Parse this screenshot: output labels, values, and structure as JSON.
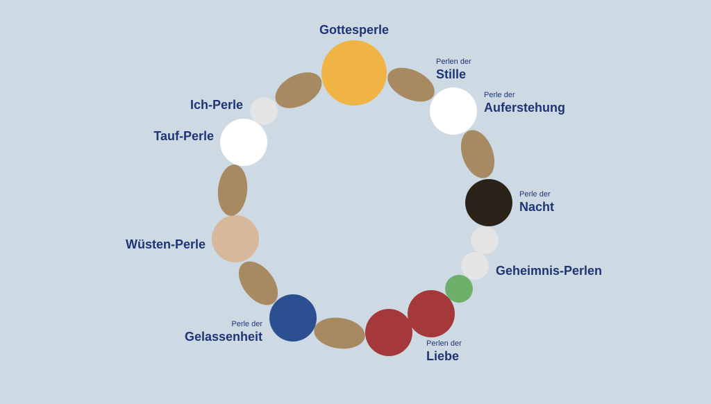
{
  "colors": {
    "background": "#cddae4",
    "label_text": "#1f3474",
    "gottesperle": "#efb443",
    "stille_bead": "#a88a62",
    "white_bead": "#ffffff",
    "grey_bead": "#e4e4e4",
    "nacht_bead": "#2b221a",
    "geheimnis_green": "#6db06a",
    "liebe_bead": "#a4383b",
    "gelassenheit_bead": "#2c4f92",
    "wuesten_bead": "#d8b89d"
  },
  "labels": {
    "gottesperle": {
      "title": "Gottesperle"
    },
    "stille": {
      "prefix": "Perlen der",
      "title": "Stille"
    },
    "auferstehung": {
      "prefix": "Perle der",
      "title": "Auferstehung"
    },
    "nacht": {
      "prefix": "Perle der",
      "title": "Nacht"
    },
    "geheimnis": {
      "title": "Geheimnis-Perlen"
    },
    "liebe": {
      "prefix": "Perlen der",
      "title": "Liebe"
    },
    "gelassenheit": {
      "prefix": "Perle der",
      "title": "Gelassenheit"
    },
    "wuesten": {
      "title": "Wüsten-Perle"
    },
    "tauf": {
      "title": "Tauf-Perle"
    },
    "ich": {
      "title": "Ich-Perle"
    }
  }
}
